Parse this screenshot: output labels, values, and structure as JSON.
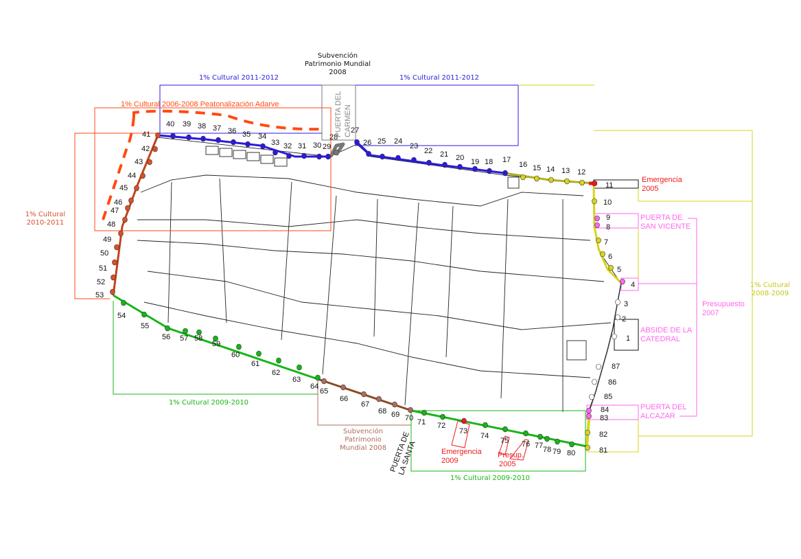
{
  "title": "Subvención Patrimonio Mundial 2008",
  "colors": {
    "blue": "#2a1ae0",
    "orange": "#ff4a10",
    "left_orange": "#d8502a",
    "yellow": "#d6d41c",
    "green": "#16b516",
    "magenta": "#ff66ee",
    "red": "#ee1a1a",
    "brown": "#b06c5a",
    "gray": "#777777"
  },
  "annotations": {
    "cultural_2011_left": "1% Cultural 2011-2012",
    "cultural_2011_right": "1% Cultural 2011-2012",
    "subvencion_top_1": "Subvención",
    "subvencion_top_2": "Patrimonio Mundial",
    "subvencion_top_3": "2008",
    "peatonalizacion": "1% Cultural 2006-2008 Peatonalización Adarve",
    "cultural_2010_1": "1% Cultural",
    "cultural_2010_2": "2010-2011",
    "puerta_carmen_1": "PUERTA DEL",
    "puerta_carmen_2": "CARMEN",
    "emergencia_2005_1": "Emergencia",
    "emergencia_2005_2": "2005",
    "san_vicente_1": "PUERTA DE",
    "san_vicente_2": "SAN VICENTE",
    "cultural_2008_1": "1% Cultural",
    "cultural_2008_2": "2008-2009",
    "presupuesto_2007_1": "Presupuesto",
    "presupuesto_2007_2": "2007",
    "abside_1": "ABSIDE DE LA",
    "abside_2": "CATEDRAL",
    "alcazar_1": "PUERTA DEL",
    "alcazar_2": "ALCAZAR",
    "cultural_2009_left": "1% Cultural 2009-2010",
    "cultural_2009_bottom": "1% Cultural 2009-2010",
    "subvencion_bottom_1": "Subvención",
    "subvencion_bottom_2": "Patrimonio",
    "subvencion_bottom_3": "Mundial 2008",
    "puerta_santa_1": "PUERTA DE",
    "puerta_santa_2": "LA SANTA",
    "emergencia_2009_1": "Emergencia",
    "emergencia_2009_2": "2009",
    "presup_2005_1": "Presup.",
    "presup_2005_2": "2005"
  },
  "towers": [
    "1",
    "2",
    "3",
    "4",
    "5",
    "6",
    "7",
    "8",
    "9",
    "10",
    "11",
    "12",
    "13",
    "14",
    "15",
    "16",
    "17",
    "18",
    "19",
    "20",
    "21",
    "22",
    "23",
    "24",
    "25",
    "26",
    "27",
    "28",
    "29",
    "30",
    "31",
    "32",
    "33",
    "34",
    "35",
    "36",
    "37",
    "38",
    "39",
    "40",
    "41",
    "42",
    "43",
    "44",
    "45",
    "46",
    "47",
    "48",
    "49",
    "50",
    "51",
    "52",
    "53",
    "54",
    "55",
    "56",
    "57",
    "58",
    "59",
    "60",
    "61",
    "62",
    "63",
    "64",
    "65",
    "66",
    "67",
    "68",
    "69",
    "70",
    "71",
    "72",
    "73",
    "74",
    "75",
    "76",
    "77",
    "78",
    "79",
    "80",
    "81",
    "82",
    "83",
    "84",
    "85",
    "86",
    "87"
  ]
}
